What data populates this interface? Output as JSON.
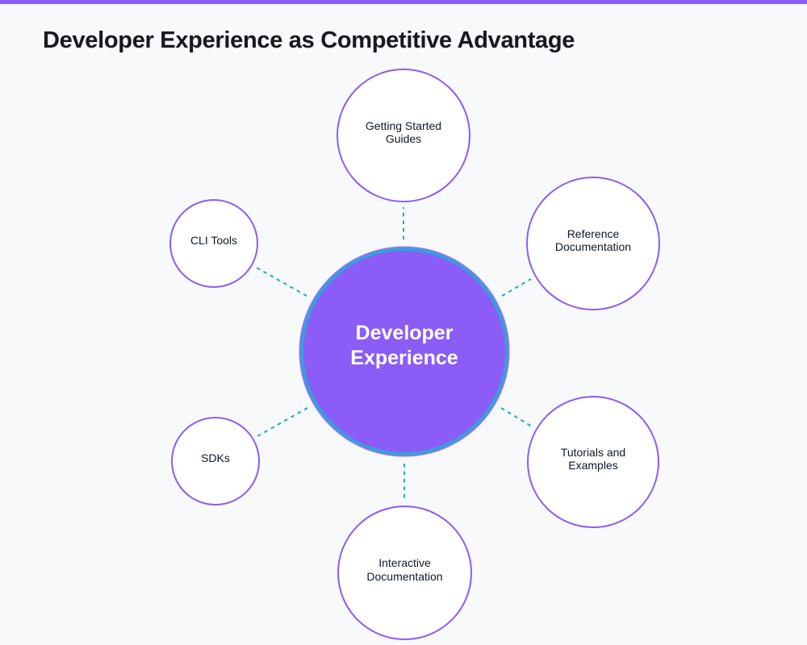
{
  "page": {
    "title": "Developer Experience as Competitive Advantage"
  },
  "colors": {
    "accent_bar": "#8B5CF6",
    "background": "#F8F9FB",
    "title_text": "#17191E",
    "central_node_fill": "#8B5CF6",
    "central_node_stroke": "#379FD9",
    "central_node_text": "#FFFFFF",
    "satellite_node_fill": "#FFFFFF",
    "satellite_node_border": "#8B5CF6",
    "satellite_node_text": "#111827",
    "connector": "#1CACBE"
  },
  "diagram": {
    "central_node": {
      "id": "developer-experience",
      "label": "Developer\nExperience"
    },
    "nodes": [
      {
        "id": "getting-started-guides",
        "label": "Getting Started\nGuides"
      },
      {
        "id": "cli-tools",
        "label": "CLI Tools"
      },
      {
        "id": "reference-documentation",
        "label": "Reference\nDocumentation"
      },
      {
        "id": "sdks",
        "label": "SDKs"
      },
      {
        "id": "tutorials-and-examples",
        "label": "Tutorials and\nExamples"
      },
      {
        "id": "interactive-documentation",
        "label": "Interactive\nDocumentation"
      }
    ]
  }
}
